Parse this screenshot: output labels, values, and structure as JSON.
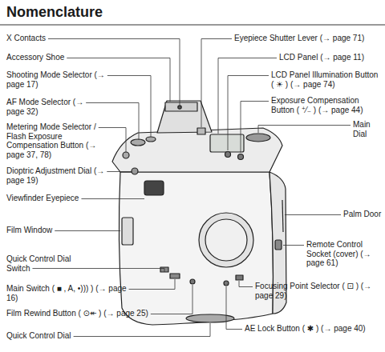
{
  "diagram": {
    "title": "Nomenclature",
    "labels": [
      "X Contacts",
      "Accessory Shoe",
      "Shooting Mode Selector (→ page 17)",
      "AF Mode Selector (→ page 32)",
      "Metering Mode Selector / Flash Exposure Compensation Button (→ page 37, 78)",
      "Dioptric Adjustment Dial (→ page 19)",
      "Viewfinder Eyepiece",
      "Film Window",
      "Quick Control Dial Switch",
      "Main Switch ( ■ , A, •))) ) (→ page 16)",
      "Film Rewind Button ( ⊙↞ ) (→ page 25)",
      "Quick Control Dial",
      "Eyepiece Shutter Lever (→ page 71)",
      "LCD Panel (→ page 11)",
      "LCD Panel Illumination Button ( ☀ ) (→ page 74)",
      "Exposure Compensation Button ( ⁺⁄₋ ) (→ page 44)",
      "Main Dial",
      "Palm Door",
      "Remote Control Socket (cover) (→ page 61)",
      "Focusing Point Selector ( ⊡ ) (→ page 29)",
      "AE Lock Button ( ✱ ) (→ page 40)"
    ]
  }
}
